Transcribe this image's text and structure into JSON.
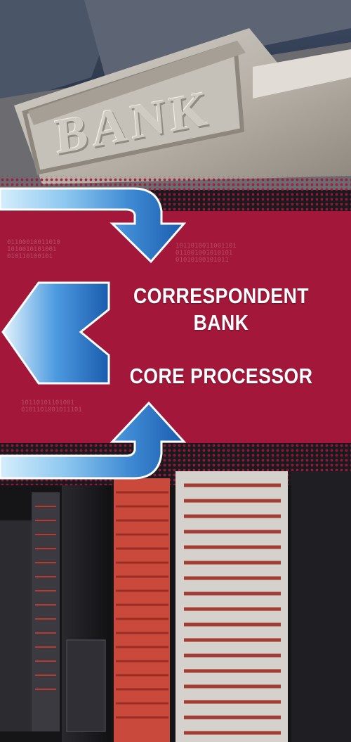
{
  "sign": {
    "text": "BANK"
  },
  "labels": {
    "correspondent_line1": "CORRESPONDENT",
    "correspondent_line2": "BANK",
    "core_processor": "CORE PROCESSOR"
  },
  "colors": {
    "crimson": "#a3173a",
    "arrow_dark": "#1d5fb0",
    "arrow_light": "#c9e6fb",
    "stone": "#bdb8b0"
  },
  "icons": [
    "arrow-right-down-icon",
    "arrow-left-icon",
    "arrow-right-up-icon"
  ]
}
